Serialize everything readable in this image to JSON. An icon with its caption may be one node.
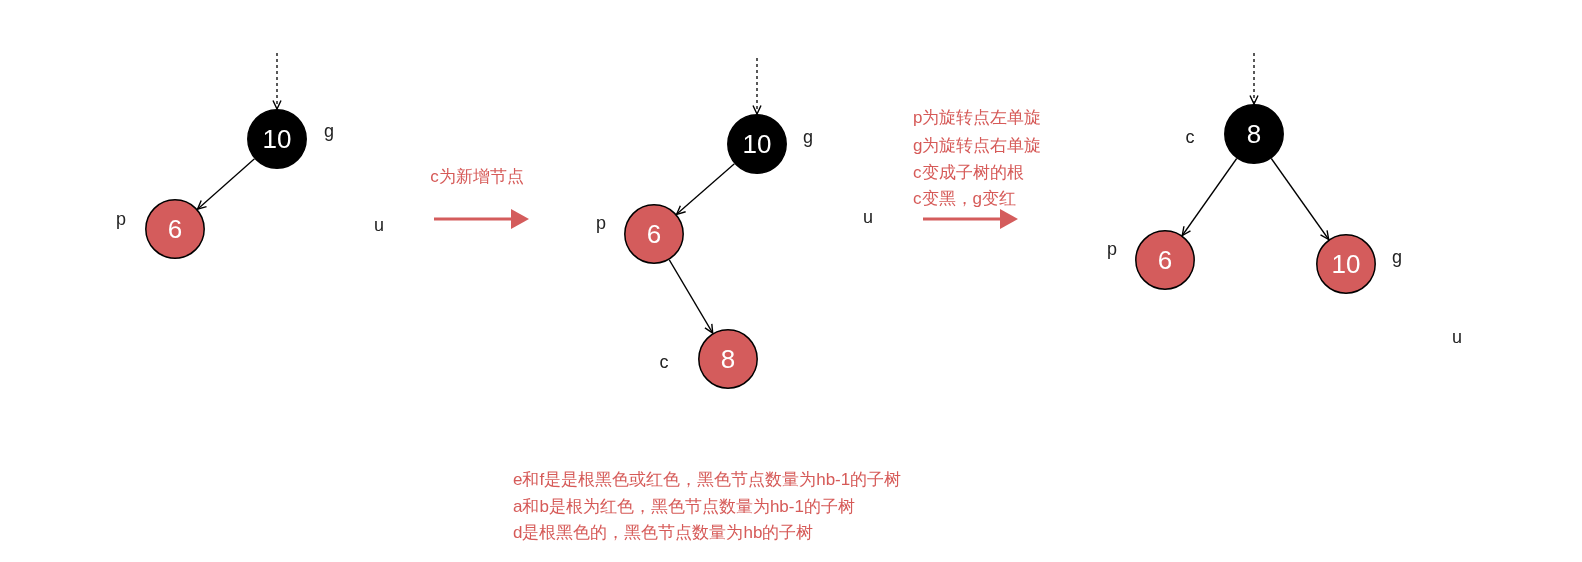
{
  "diagram": {
    "nodes": [
      {
        "text": [
          "10"
        ],
        "beside": [
          "g"
        ]
      },
      {
        "text": [
          "6"
        ],
        "beside": [
          "p"
        ]
      },
      {
        "text": [
          "10"
        ],
        "beside": [
          "g"
        ]
      },
      {
        "text": [
          "6"
        ],
        "beside": [
          "p"
        ]
      },
      {
        "text": [
          "8"
        ],
        "beside": [
          "c"
        ]
      },
      {
        "text": [
          "8"
        ],
        "beside": [
          "c"
        ]
      },
      {
        "text": [
          "6"
        ],
        "beside": [
          "p"
        ]
      },
      {
        "text": [
          "10"
        ],
        "beside": [
          "g"
        ]
      }
    ],
    "edges": [
      {
        "from": null,
        "to": 0,
        "arrow": "to",
        "style": "dashed"
      },
      {
        "from": 0,
        "to": 1,
        "arrow": "to"
      },
      {
        "from": null,
        "to": 2,
        "arrow": "to",
        "style": "dashed"
      },
      {
        "from": 2,
        "to": 3,
        "arrow": "to"
      },
      {
        "from": 3,
        "to": 4,
        "arrow": "to"
      },
      {
        "from": null,
        "to": 5,
        "arrow": "to",
        "style": "dashed"
      },
      {
        "from": 5,
        "to": 6,
        "arrow": "to"
      },
      {
        "from": 5,
        "to": 7,
        "arrow": "to"
      }
    ],
    "labels": [
      "u",
      "c为新增节点",
      "u",
      "p为旋转点左单旋",
      "g为旋转点右单旋",
      "c变成子树的根",
      "c变黑，g变红",
      "u",
      "e和f是是根黑色或红色，黑色节点数量为hb-1的子树",
      "a和b是根为红色，黑色节点数量为hb-1的子树",
      "d是根黑色的，黑色节点数量为hb的子树"
    ]
  }
}
